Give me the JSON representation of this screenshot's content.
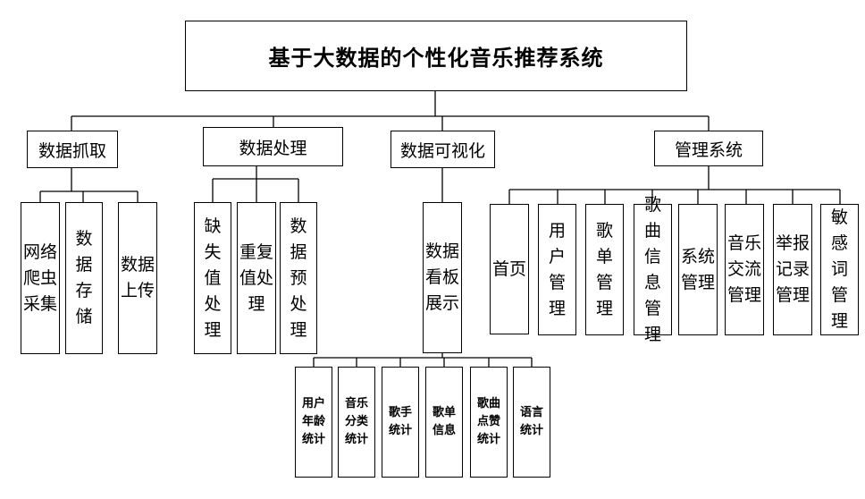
{
  "title": "基于大数据的个性化音乐推荐系统",
  "categories": [
    {
      "label": "数据抓取",
      "children": [
        "网络爬虫采集",
        "数据存储",
        "数据上传"
      ]
    },
    {
      "label": "数据处理",
      "children": [
        "缺失值处理",
        "重复值处理",
        "数据预处理"
      ]
    },
    {
      "label": "数据可视化",
      "children": [
        "数据看板展示"
      ]
    },
    {
      "label": "管理系统",
      "children": [
        "首页",
        "用户管理",
        "歌单管理",
        "歌曲信息管理",
        "系统管理",
        "音乐交流管理",
        "举报记录管理",
        "敏感词管理"
      ]
    }
  ],
  "dashboard_children": [
    "用户年龄统计",
    "音乐分类统计",
    "歌手统计",
    "歌单信息",
    "歌曲点赞统计",
    "语言统计"
  ]
}
